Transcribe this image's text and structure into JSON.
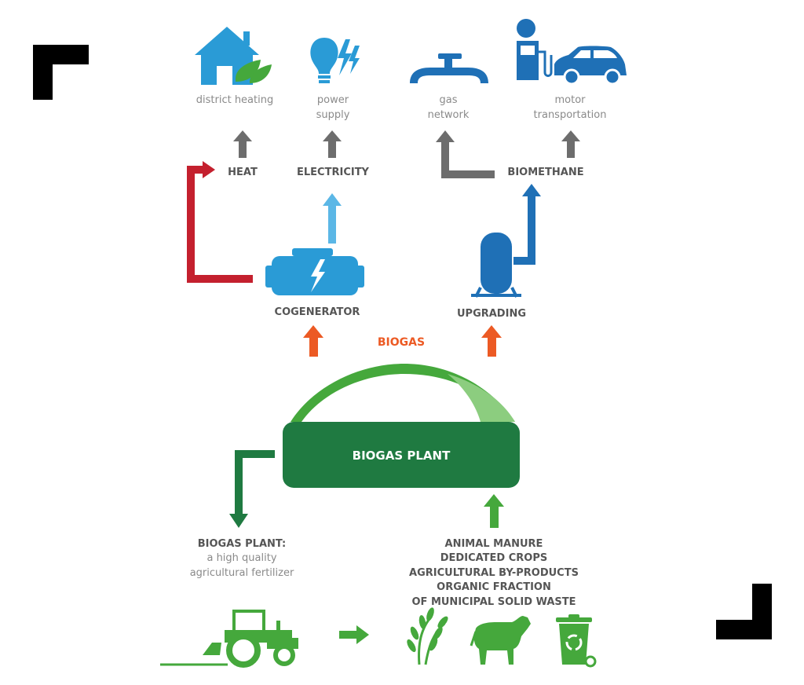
{
  "colors": {
    "blue": "#2a9bd6",
    "dark_blue": "#1f70b6",
    "light_blue": "#5bb7e6",
    "gray": "#6d6d6d",
    "red": "#c4202e",
    "orange": "#ec5a24",
    "green": "#45a83c",
    "light_green": "#8ccd7f",
    "dark_green": "#1f7a41",
    "black": "#000000"
  },
  "uses": {
    "district_heating": "district heating",
    "power_supply": [
      "power",
      "supply"
    ],
    "gas_network": [
      "gas",
      "network"
    ],
    "motor_transportation": [
      "motor",
      "transportation"
    ]
  },
  "products": {
    "heat": "HEAT",
    "electricity": "ELECTRICITY",
    "biomethane": "BIOMETHANE"
  },
  "processes": {
    "cogenerator": "COGENERATOR",
    "upgrading": "UPGRADING",
    "biogas": "BIOGAS"
  },
  "plant": {
    "label": "BIOGAS PLANT"
  },
  "outputs": {
    "title": "BIOGAS PLANT:",
    "lines": [
      "a high quality",
      "agricultural fertilizer"
    ]
  },
  "feedstock": [
    "ANIMAL MANURE",
    "DEDICATED CROPS",
    "AGRICULTURAL BY-PRODUCTS",
    "ORGANIC FRACTION",
    "OF MUNICIPAL SOLID WASTE"
  ],
  "icons": [
    "house-leaf-icon",
    "bulb-bolt-icon",
    "gas-pipe-valve-icon",
    "fuel-pump-icon",
    "car-icon",
    "cogenerator-icon",
    "upgrading-tank-icon",
    "tractor-icon",
    "wheat-icon",
    "cow-icon",
    "recycle-bin-icon",
    "corner-bracket-icon"
  ]
}
